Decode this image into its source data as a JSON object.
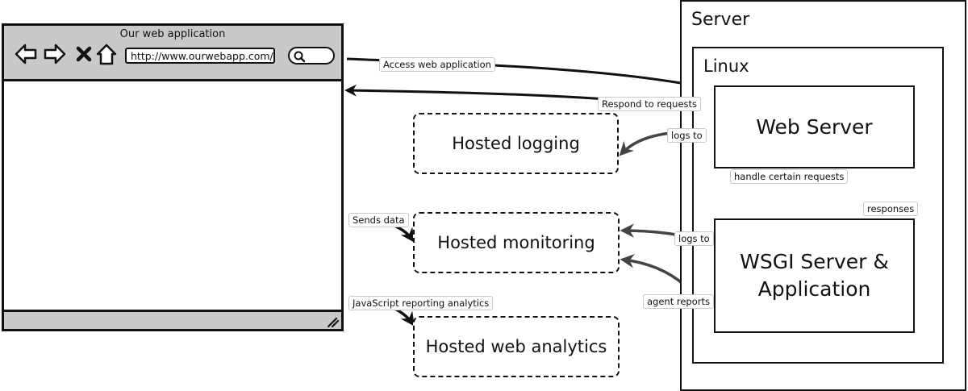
{
  "browser": {
    "title": "Our web application",
    "url": "http://www.ourwebapp.com/",
    "nav_icons": [
      "back-arrow-icon",
      "forward-arrow-icon",
      "close-icon",
      "home-icon"
    ],
    "search_icon": "search-icon",
    "resize_icon": "resize-grip-icon"
  },
  "server": {
    "label": "Server",
    "linux": {
      "label": "Linux",
      "web_server": "Web Server",
      "wsgi": {
        "line1": "WSGI Server &",
        "line2": "Application"
      }
    }
  },
  "hosted": {
    "logging": "Hosted logging",
    "monitoring": "Hosted monitoring",
    "analytics": "Hosted web analytics"
  },
  "edges": {
    "access": "Access web application",
    "respond": "Respond to requests",
    "logs_to_1": "logs to",
    "handle": "handle certain requests",
    "responses": "responses",
    "sends_data": "Sends data",
    "logs_to_2": "logs to",
    "agent_reports": "agent reports",
    "js_reporting": "JavaScript reporting analytics"
  }
}
